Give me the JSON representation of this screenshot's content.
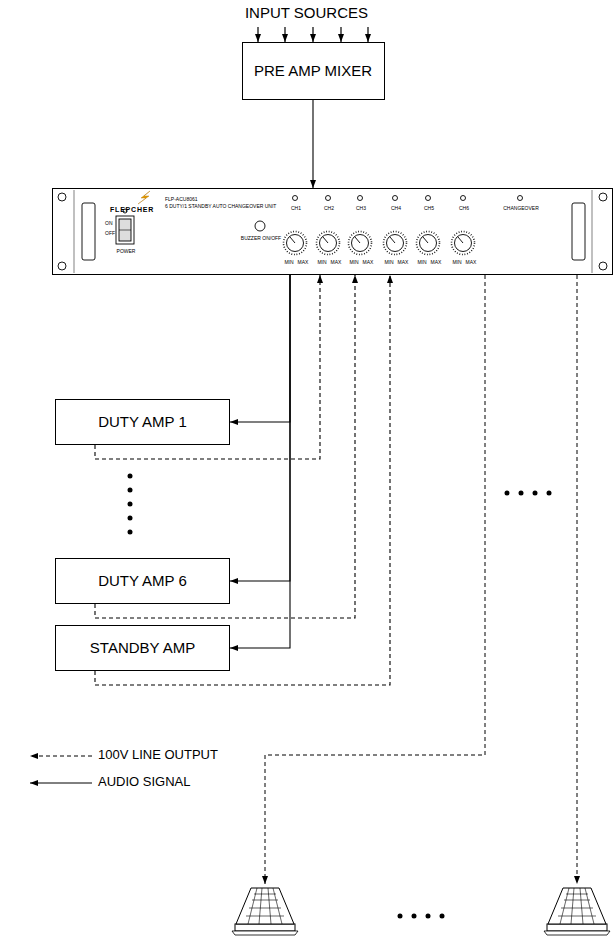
{
  "diagram": {
    "nodes": [
      {
        "text": [
          "PRE AMP MIXER"
        ]
      },
      {
        "text": [
          "FLEPCHER",
          "FLP-ACU8061",
          "6 DUTY/1 STANDBY AUTO CHANGEOVER UNIT",
          "ON",
          "OFF",
          "POWER",
          "BUZZER ON/OFF",
          "CH1",
          "CH2",
          "CH3",
          "CH4",
          "CH5",
          "CH6",
          "CHANGEOVER",
          "MIN",
          "MAX",
          "MIN",
          "MAX",
          "MIN",
          "MAX",
          "MIN",
          "MAX",
          "MIN",
          "MAX",
          "MIN",
          "MAX"
        ]
      },
      {
        "text": [
          "DUTY AMP 1"
        ]
      },
      {
        "text": [
          "DUTY AMP 6"
        ]
      },
      {
        "text": [
          "STANDBY AMP"
        ]
      }
    ],
    "edges": [
      {
        "from": 0,
        "to": 1,
        "arrow": "to"
      },
      {
        "from": 1,
        "to": 2,
        "arrow": "to"
      },
      {
        "from": 1,
        "to": 3,
        "arrow": "to"
      },
      {
        "from": 1,
        "to": 4,
        "arrow": "to"
      },
      {
        "from": 2,
        "to": 1,
        "arrow": "to"
      },
      {
        "from": 3,
        "to": 1,
        "arrow": "to"
      },
      {
        "from": 4,
        "to": 1,
        "arrow": "to"
      }
    ],
    "labels": [
      "INPUT SOURCES"
    ],
    "legend": [
      {
        "text": "100V LINE OUTPUT"
      },
      {
        "text": "AUDIO SIGNAL"
      }
    ]
  }
}
